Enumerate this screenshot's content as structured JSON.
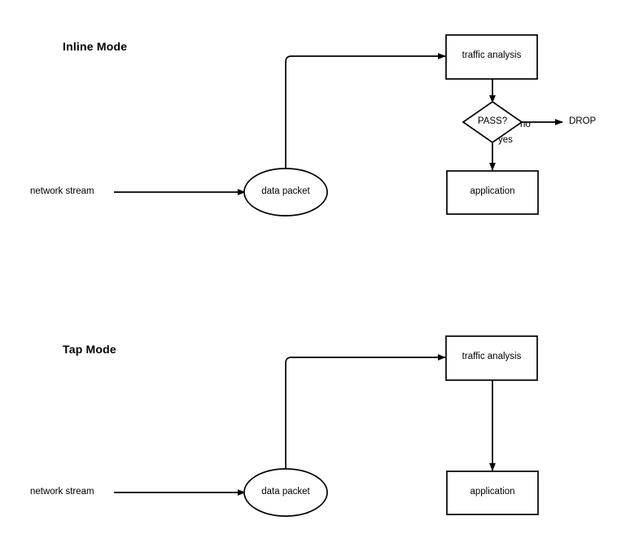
{
  "page": {
    "background_color": "#ffffff",
    "stroke_color": "#000000",
    "shape_fill": "#ffffff"
  },
  "sections": [
    {
      "id": "inline-mode",
      "title": "Inline Mode",
      "nodes": {
        "source_label": "network stream",
        "packet": "data packet",
        "analysis": "traffic analysis",
        "decision": "PASS?",
        "application": "application",
        "drop": "DROP"
      },
      "edge_labels": {
        "no": "no",
        "yes": "yes"
      }
    },
    {
      "id": "tap-mode",
      "title": "Tap Mode",
      "nodes": {
        "source_label": "network stream",
        "packet": "data packet",
        "analysis": "traffic analysis",
        "application": "application"
      },
      "edge_labels": {}
    }
  ]
}
